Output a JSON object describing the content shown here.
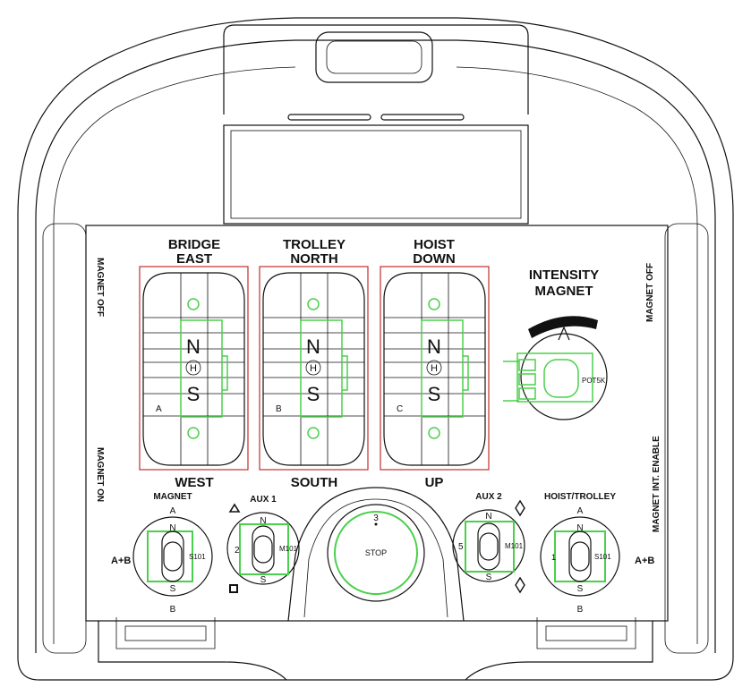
{
  "labels": {
    "bridge_top": "BRIDGE",
    "bridge_bottom": "EAST",
    "trolley_top": "TROLLEY",
    "trolley_bottom": "NORTH",
    "hoist_top": "HOIST",
    "hoist_bottom": "DOWN",
    "intensity_top": "INTENSITY",
    "intensity_bottom": "MAGNET",
    "west": "WEST",
    "south": "SOUTH",
    "up": "UP",
    "magnet_off_left": "MAGNET OFF",
    "magnet_on_left": "MAGNET ON",
    "magnet_off_right": "MAGNET OFF",
    "magnet_int_enable": "MAGNET INT. ENABLE"
  },
  "joysticks": [
    {
      "top": "N",
      "bottom": "S",
      "letter": "A"
    },
    {
      "top": "N",
      "bottom": "S",
      "letter": "B"
    },
    {
      "top": "N",
      "bottom": "S",
      "letter": "C"
    }
  ],
  "potentiometer": {
    "part": "POT5K"
  },
  "selectors": {
    "magnet": {
      "title": "MAGNET",
      "top": "A",
      "bottom": "B",
      "side": "A+B",
      "n": "N",
      "s": "S",
      "part": "S101"
    },
    "aux1": {
      "title": "AUX 1",
      "n": "N",
      "s": "S",
      "num": "2",
      "part": "M101"
    },
    "stop": {
      "label": "STOP",
      "num": "3"
    },
    "aux2": {
      "title": "AUX 2",
      "n": "N",
      "s": "S",
      "num": "5",
      "part": "M101"
    },
    "hoist_trolley": {
      "title": "HOIST/TROLLEY",
      "top": "A",
      "bottom": "B",
      "side": "A+B",
      "n": "N",
      "s": "S",
      "num": "1",
      "part": "S101"
    }
  },
  "colors": {
    "outline": "#111111",
    "highlight_red": "#c0302b",
    "highlight_green": "#4ad04a"
  }
}
